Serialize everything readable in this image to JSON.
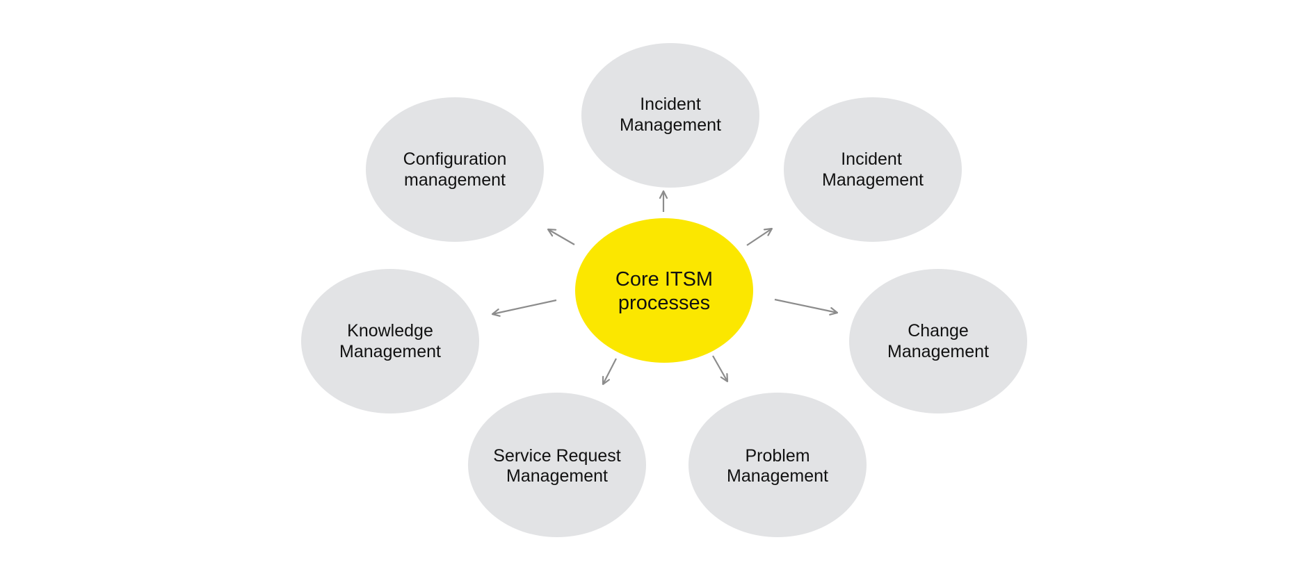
{
  "center": {
    "lines": [
      "Core ITSM",
      "processes"
    ],
    "color": "#fbe700"
  },
  "node_color": "#e2e3e5",
  "arrow_color": "#8c8c8c",
  "nodes": [
    {
      "id": "incident-management-top",
      "lines": [
        "Incident",
        "Management"
      ]
    },
    {
      "id": "incident-management-right",
      "lines": [
        "Incident",
        "Management"
      ]
    },
    {
      "id": "change-management",
      "lines": [
        "Change",
        "Management"
      ]
    },
    {
      "id": "problem-management",
      "lines": [
        "Problem",
        "Management"
      ]
    },
    {
      "id": "service-request-management",
      "lines": [
        "Service Request",
        "Management"
      ]
    },
    {
      "id": "knowledge-management",
      "lines": [
        "Knowledge",
        "Management"
      ]
    },
    {
      "id": "configuration-management",
      "lines": [
        "Configuration",
        "management"
      ]
    }
  ]
}
